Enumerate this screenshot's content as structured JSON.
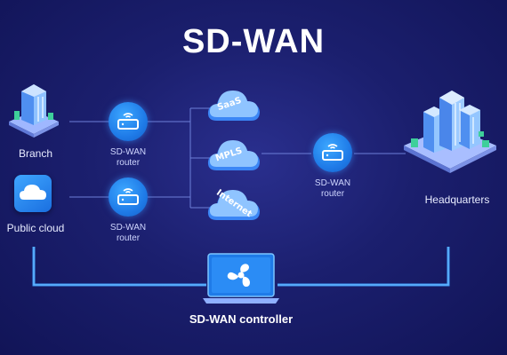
{
  "title": "SD-WAN",
  "sites": {
    "branch": "Branch",
    "public_cloud": "Public cloud",
    "headquarters": "Headquarters"
  },
  "routers": {
    "branch_router_line1": "SD-WAN",
    "branch_router_line2": "router",
    "cloud_router_line1": "SD-WAN",
    "cloud_router_line2": "router",
    "hq_router_line1": "SD-WAN",
    "hq_router_line2": "router"
  },
  "networks": {
    "saas": "SaaS",
    "mpls": "MPLS",
    "internet": "Internet"
  },
  "controller": {
    "label": "SD-WAN controller"
  },
  "colors": {
    "background": "#1b1f6e",
    "accent_blue": "#1f7be8",
    "glow_line": "#3fa0ff",
    "connector_line": "#6d7fd8"
  }
}
